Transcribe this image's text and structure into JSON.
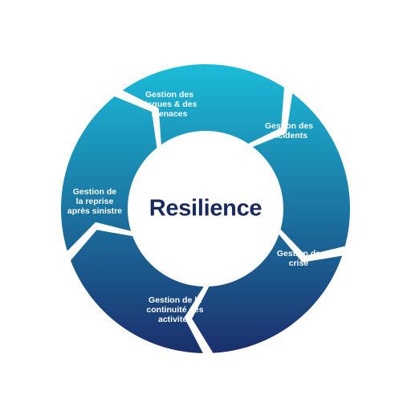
{
  "center": {
    "title": "Resilience"
  },
  "segments": [
    {
      "id": "risques",
      "label": "Gestion des\nrisques & des\nmenaces"
    },
    {
      "id": "incidents",
      "label": "Gestion des\nincidents"
    },
    {
      "id": "crise",
      "label": "Gestion de\ncrise"
    },
    {
      "id": "continuite",
      "label": "Gestion de la\ncontinuité des\nactivités"
    },
    {
      "id": "reprise",
      "label": "Gestion de\nla reprise\naprès sinistre"
    }
  ],
  "colors": {
    "gradient_top": "#1bbcd9",
    "gradient_bottom": "#1b2f6c",
    "title": "#1b2a5e",
    "label": "#ffffff",
    "background": "#ffffff"
  }
}
